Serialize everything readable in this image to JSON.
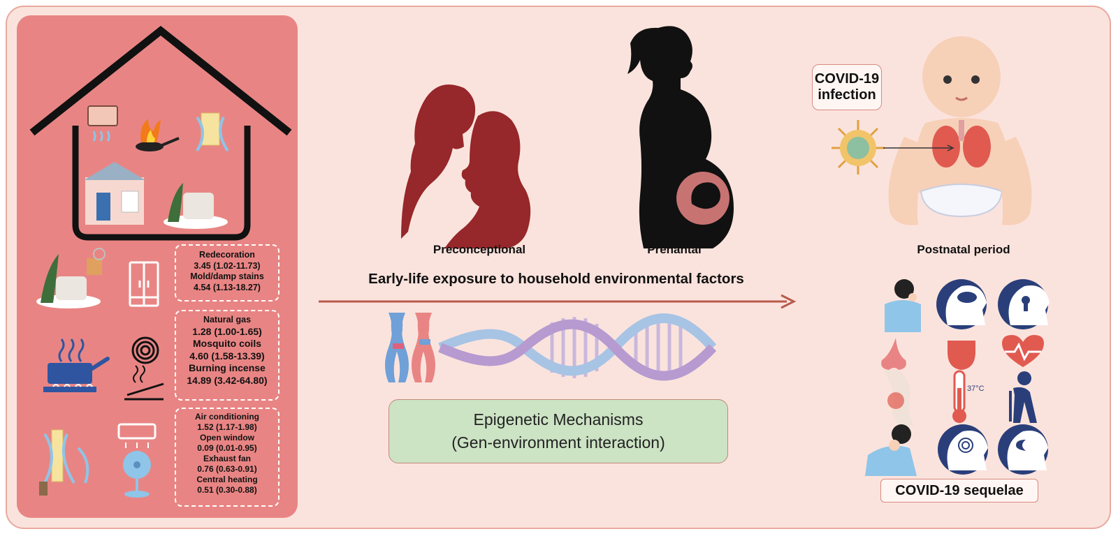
{
  "stages": {
    "preconceptional": "Preconceptional",
    "prenantal": "Prenantal",
    "postnatal": "Postnatal period"
  },
  "arrow_caption": "Early-life exposure to household environmental factors",
  "epigenetic": {
    "line1": "Epigenetic Mechanisms",
    "line2": "(Gen-environment interaction)"
  },
  "covid_infection": {
    "line1": "COVID-19",
    "line2": "infection"
  },
  "covid_sequelae": "COVID-19 sequelae",
  "thermometer_label": "37°C",
  "exposures": {
    "box1": {
      "redecoration": "Redecoration",
      "redecoration_value": "3.45 (1.02-11.73)",
      "mold": "Mold/damp stains",
      "mold_value": "4.54 (1.13-18.27)"
    },
    "box2": {
      "natural_gas": "Natural gas",
      "natural_gas_value": "1.28 (1.00-1.65)",
      "mosquito": "Mosquito coils",
      "mosquito_value": "4.60 (1.58-13.39)",
      "incense": "Burning incense",
      "incense_value": "14.89 (3.42-64.80)"
    },
    "box3": {
      "ac": "Air conditioning",
      "ac_value": "1.52 (1.17-1.98)",
      "window": "Open window",
      "window_value": "0.09 (0.01-0.95)",
      "fan": "Exhaust fan",
      "fan_value": "0.76 (0.63-0.91)",
      "heating": "Central heating",
      "heating_value": "0.51 (0.30-0.88)"
    }
  },
  "colors": {
    "background": "#fbe3dd",
    "left_panel": "#e88584",
    "couple": "#96272a",
    "silhouette": "#111111",
    "arrow": "#b85a4c",
    "epigenetic_box": "#cce3c4"
  }
}
